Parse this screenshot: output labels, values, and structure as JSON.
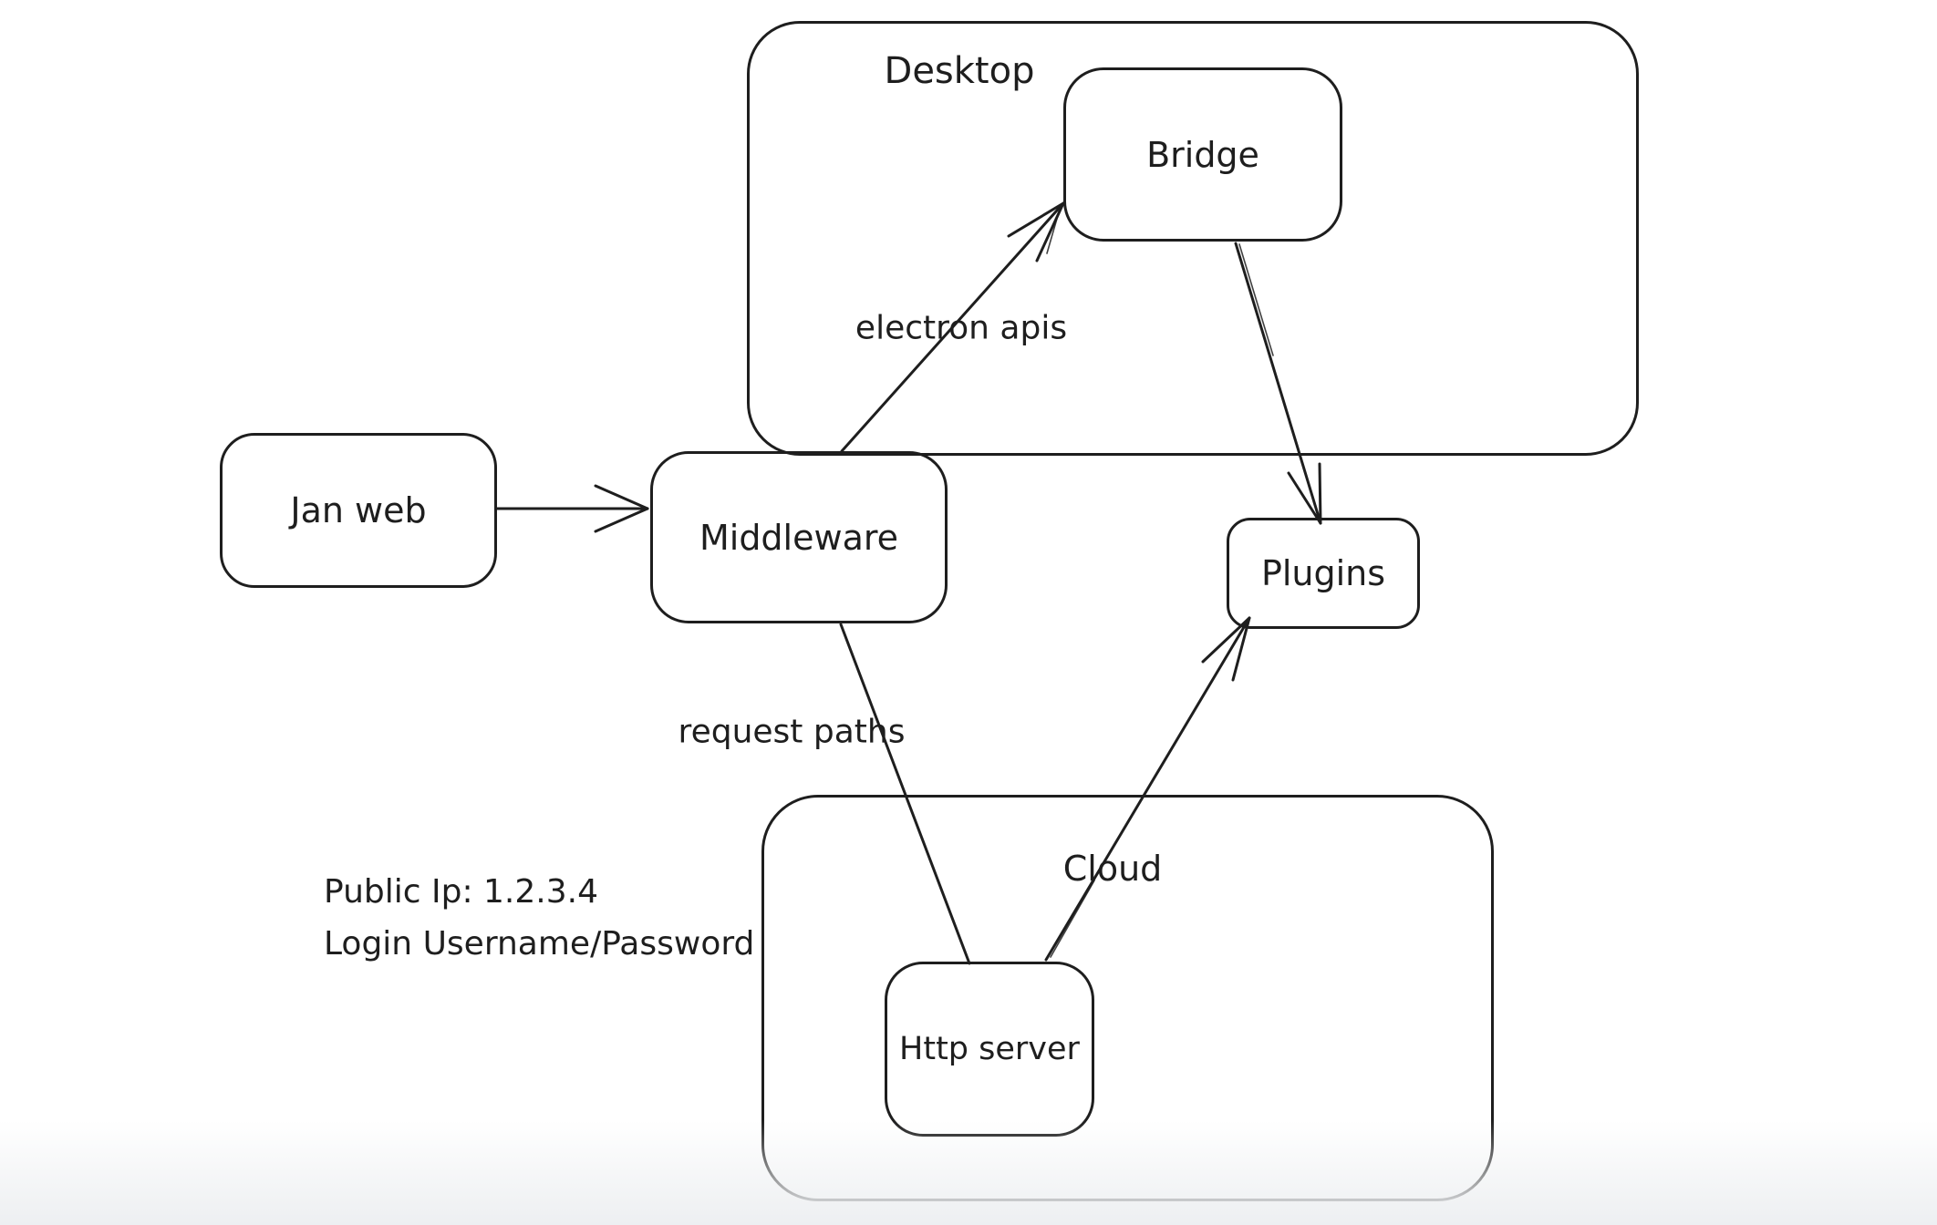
{
  "canvas": {
    "background": "#ffffff",
    "stroke_color": "#1e1e1e",
    "bottom_fade_color": "#edeff2"
  },
  "containers": {
    "desktop": {
      "label": "Desktop"
    },
    "cloud": {
      "label": "Cloud"
    }
  },
  "nodes": {
    "jan_web": {
      "label": "Jan web"
    },
    "middleware": {
      "label": "Middleware"
    },
    "bridge": {
      "label": "Bridge"
    },
    "plugins": {
      "label": "Plugins"
    },
    "http_server": {
      "label": "Http server"
    }
  },
  "edge_labels": {
    "electron_apis": "electron apis",
    "request_paths": "request paths"
  },
  "annotation": {
    "line1": "Public Ip: 1.2.3.4",
    "line2": "Login Username/Password"
  },
  "edges": [
    {
      "from": "jan_web",
      "to": "middleware",
      "label": "",
      "arrowhead": "end"
    },
    {
      "from": "middleware",
      "to": "bridge",
      "label": "electron apis",
      "arrowhead": "end"
    },
    {
      "from": "bridge",
      "to": "plugins",
      "label": "",
      "arrowhead": "end"
    },
    {
      "from": "middleware",
      "to": "http_server",
      "label": "request paths",
      "arrowhead": "none"
    },
    {
      "from": "http_server",
      "to": "plugins",
      "label": "",
      "arrowhead": "end"
    }
  ]
}
